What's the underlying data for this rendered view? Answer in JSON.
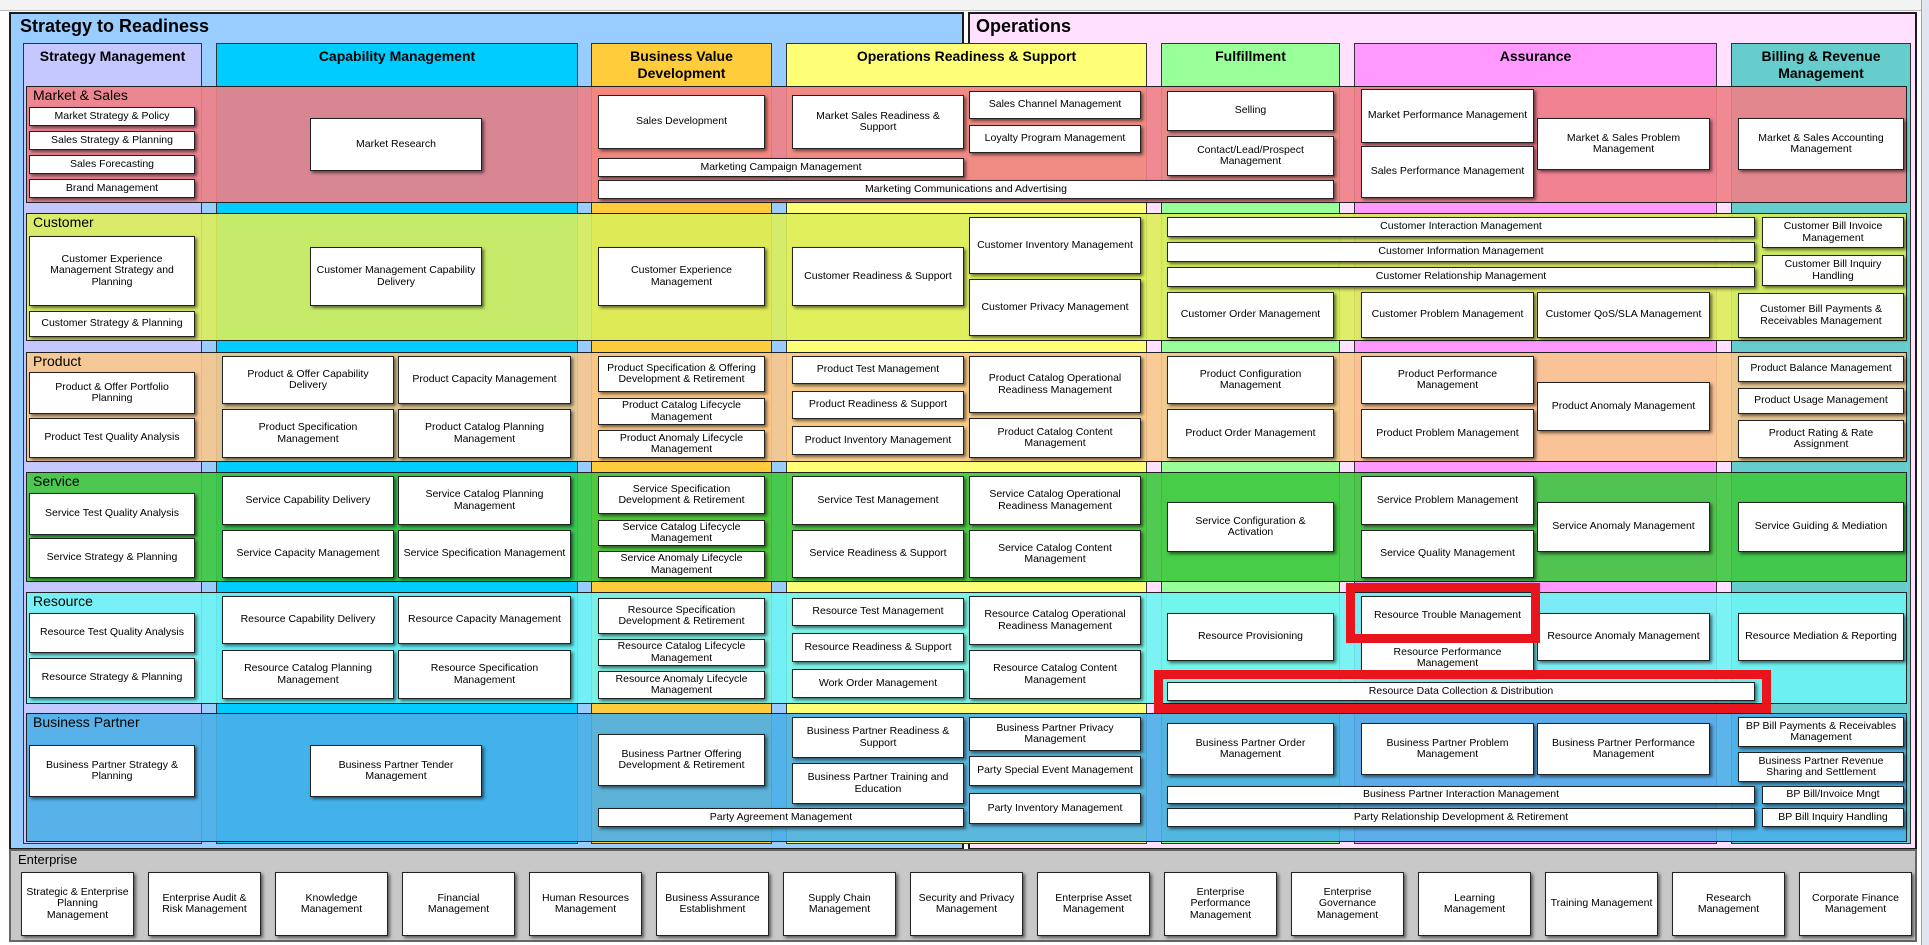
{
  "sections": {
    "strategy": "Strategy to Readiness",
    "operations": "Operations",
    "enterprise": "Enterprise"
  },
  "columns": [
    "Strategy Management",
    "Capability Management",
    "Business Value Development",
    "Operations Readiness & Support",
    "Fulfillment",
    "Assurance",
    "Billing & Revenue Management"
  ],
  "colors": {
    "strategy_bg": "#99ccff",
    "operations_bg": "#ffe1ff",
    "market_sales": "#f07f86",
    "customer": "#dcee59",
    "product": "#f9c88c",
    "service": "#3ec83e",
    "resource": "#6ef4f4",
    "business_partner": "#4aafe8",
    "highlight": "#e8151c"
  },
  "bands": [
    "Market & Sales",
    "Customer",
    "Product",
    "Service",
    "Resource",
    "Business Partner"
  ],
  "boxes": {
    "market_strategy_policy": "Market Strategy & Policy",
    "sales_strategy_planning": "Sales Strategy & Planning",
    "sales_forecasting": "Sales Forecasting",
    "brand_management": "Brand Management",
    "market_research": "Market Research",
    "sales_development": "Sales Development",
    "marketing_campaign_management": "Marketing Campaign Management",
    "marketing_communications": "Marketing Communications and Advertising",
    "market_sales_readiness": "Market Sales Readiness & Support",
    "sales_channel_management": "Sales Channel Management",
    "loyalty_program_management": "Loyalty Program Management",
    "selling": "Selling",
    "contact_lead_prospect": "Contact/Lead/Prospect Management",
    "market_performance_management": "Market Performance Management",
    "sales_performance_management": "Sales Performance Management",
    "market_sales_problem": "Market & Sales Problem Management",
    "market_sales_accounting": "Market & Sales Accounting Management",
    "cx_strategy_planning": "Customer Experience Management Strategy and Planning",
    "customer_strategy_planning": "Customer Strategy & Planning",
    "customer_mgmt_capability": "Customer Management Capability Delivery",
    "customer_experience_management": "Customer Experience Management",
    "customer_readiness_support": "Customer Readiness & Support",
    "customer_inventory_management": "Customer Inventory Management",
    "customer_privacy_management": "Customer Privacy Management",
    "customer_interaction_management": "Customer Interaction Management",
    "customer_information_management": "Customer Information Management",
    "customer_relationship_management": "Customer Relationship Management",
    "customer_order_management": "Customer Order Management",
    "customer_problem_management": "Customer Problem Management",
    "customer_qos_sla": "Customer QoS/SLA Management",
    "customer_bill_invoice": "Customer Bill Invoice Management",
    "customer_bill_inquiry": "Customer Bill Inquiry Handling",
    "customer_bill_payments": "Customer Bill Payments & Receivables Management",
    "product_offer_portfolio": "Product & Offer Portfolio Planning",
    "product_test_quality": "Product Test Quality Analysis",
    "product_offer_capability": "Product & Offer Capability Delivery",
    "product_capacity_management": "Product Capacity Management",
    "product_specification_management": "Product Specification Management",
    "product_catalog_planning": "Product Catalog Planning Management",
    "product_spec_offering_dev": "Product Specification & Offering Development & Retirement",
    "product_catalog_lifecycle": "Product Catalog Lifecycle Management",
    "product_anomaly_lifecycle": "Product Anomaly Lifecycle Management",
    "product_test_management": "Product Test Management",
    "product_readiness_support": "Product Readiness & Support",
    "product_inventory_management": "Product Inventory Management",
    "product_catalog_operational": "Product Catalog Operational Readiness Management",
    "product_catalog_content": "Product Catalog Content Management",
    "product_configuration": "Product Configuration Management",
    "product_order_management": "Product Order Management",
    "product_performance_management": "Product Performance Management",
    "product_problem_management": "Product Problem Management",
    "product_anomaly_management": "Product Anomaly Management",
    "product_balance_management": "Product Balance Management",
    "product_usage_management": "Product Usage Management",
    "product_rating_assignment": "Product Rating & Rate Assignment",
    "service_test_quality": "Service Test Quality Analysis",
    "service_strategy_planning": "Service Strategy & Planning",
    "service_capability_delivery": "Service Capability Delivery",
    "service_catalog_planning": "Service Catalog Planning Management",
    "service_capacity_management": "Service Capacity Management",
    "service_specification_management": "Service Specification Management",
    "service_spec_dev": "Service Specification Development & Retirement",
    "service_catalog_lifecycle": "Service Catalog Lifecycle Management",
    "service_anomaly_lifecycle": "Service Anomaly Lifecycle Management",
    "service_test_management": "Service Test Management",
    "service_readiness_support": "Service Readiness & Support",
    "service_catalog_operational": "Service Catalog Operational Readiness Management",
    "service_catalog_content": "Service Catalog Content Management",
    "service_configuration": "Service Configuration & Activation",
    "service_problem_management": "Service Problem Management",
    "service_quality_management": "Service Quality Management",
    "service_anomaly_management": "Service Anomaly Management",
    "service_guiding_mediation": "Service Guiding & Mediation",
    "resource_test_quality": "Resource Test Quality Analysis",
    "resource_strategy_planning": "Resource Strategy & Planning",
    "resource_capability_delivery": "Resource Capability Delivery",
    "resource_capacity_management": "Resource Capacity Management",
    "resource_catalog_planning": "Resource Catalog Planning Management",
    "resource_specification_management": "Resource Specification Management",
    "resource_spec_dev": "Resource Specification Development & Retirement",
    "resource_catalog_lifecycle": "Resource Catalog Lifecycle Management",
    "resource_anomaly_lifecycle": "Resource Anomaly Lifecycle Management",
    "resource_test_management": "Resource Test Management",
    "resource_readiness_support": "Resource Readiness & Support",
    "work_order_management": "Work Order Management",
    "resource_catalog_operational": "Resource Catalog Operational Readiness Management",
    "resource_catalog_content": "Resource Catalog Content Management",
    "resource_provisioning": "Resource Provisioning",
    "resource_trouble_management": "Resource Trouble Management",
    "resource_performance_management": "Resource Performance Management",
    "resource_anomaly_management": "Resource Anomaly Management",
    "resource_mediation_reporting": "Resource Mediation & Reporting",
    "resource_data_collection": "Resource Data Collection & Distribution",
    "bp_strategy_planning": "Business Partner Strategy & Planning",
    "bp_tender_management": "Business Partner Tender Management",
    "bp_offering_dev": "Business Partner Offering Development & Retirement",
    "party_agreement_management": "Party Agreement Management",
    "bp_readiness_support": "Business Partner Readiness & Support",
    "bp_training_education": "Business Partner Training and Education",
    "bp_privacy_management": "Business Partner Privacy Management",
    "party_special_event": "Party Special Event Management",
    "party_inventory_management": "Party Inventory Management",
    "bp_order_management": "Business Partner Order Management",
    "bp_problem_management": "Business Partner Problem Management",
    "bp_performance_management": "Business Partner Performance Management",
    "bp_interaction_management": "Business Partner Interaction Management",
    "party_relationship_dev": "Party Relationship Development & Retirement",
    "bp_bill_payments": "BP Bill Payments & Receivables Management",
    "bp_revenue_sharing": "Business Partner Revenue Sharing and Settlement",
    "bp_bill_invoice_mngt": "BP Bill/Invoice Mngt",
    "bp_bill_inquiry": "BP Bill Inquiry Handling"
  },
  "enterprise_boxes": [
    "Strategic & Enterprise Planning Management",
    "Enterprise Audit & Risk Management",
    "Knowledge Management",
    "Financial Management",
    "Human Resources Management",
    "Business Assurance Establishment",
    "Supply Chain Management",
    "Security and Privacy Management",
    "Enterprise Asset Management",
    "Enterprise Performance Management",
    "Enterprise Governance Management",
    "Learning Management",
    "Training Management",
    "Research Management",
    "Corporate Finance Management"
  ]
}
